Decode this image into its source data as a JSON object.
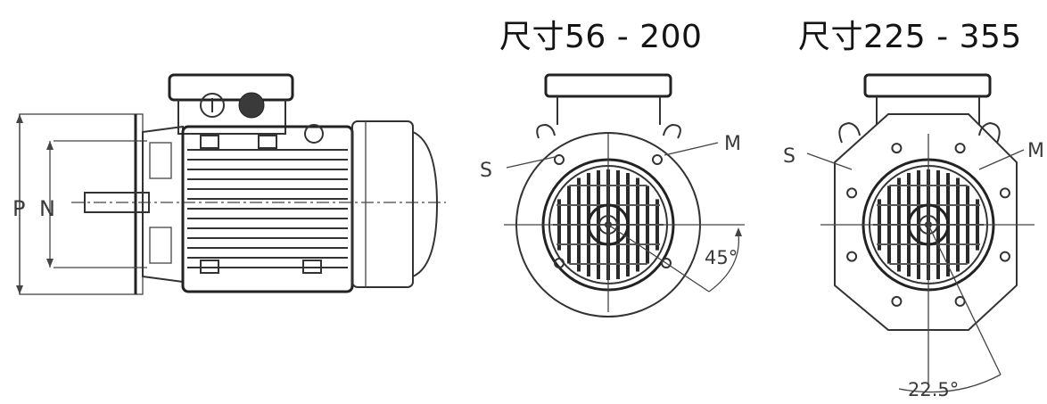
{
  "headings": {
    "size_range_1": "尺寸56 - 200",
    "size_range_2": "尺寸225 - 355"
  },
  "side_view": {
    "label_p": "P",
    "label_n": "N"
  },
  "front_view_1": {
    "label_s": "S",
    "label_m": "M",
    "angle": "45°"
  },
  "front_view_2": {
    "label_s": "S",
    "label_m": "M",
    "angle": "22.5°"
  }
}
